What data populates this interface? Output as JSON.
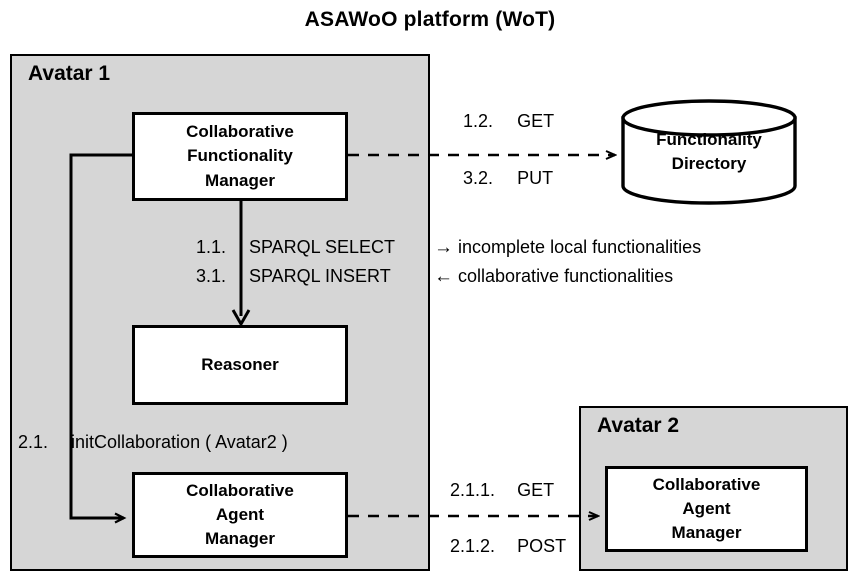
{
  "title": "ASAWoO platform (WoT)",
  "colors": {
    "panel_fill": "#d6d6d6",
    "box_fill": "#ffffff",
    "stroke": "#000000",
    "background": "#ffffff"
  },
  "avatar1": {
    "title": "Avatar 1",
    "components": {
      "collaborative_functionality_manager": {
        "line1": "Collaborative",
        "line2": "Functionality",
        "line3": "Manager"
      },
      "reasoner": {
        "line1": "Reasoner"
      },
      "collaborative_agent_manager": {
        "line1": "Collaborative",
        "line2": "Agent",
        "line3": "Manager"
      }
    },
    "init_collaboration": {
      "number": "2.1.",
      "text": "initCollaboration ( Avatar2 )"
    }
  },
  "avatar2": {
    "title": "Avatar 2",
    "components": {
      "collaborative_agent_manager": {
        "line1": "Collaborative",
        "line2": "Agent",
        "line3": "Manager"
      }
    }
  },
  "functionality_directory": {
    "line1": "Functionality",
    "line2": "Directory"
  },
  "messages": {
    "to_directory": [
      {
        "number": "1.2.",
        "verb": "GET"
      },
      {
        "number": "3.2.",
        "verb": "PUT"
      }
    ],
    "to_avatar2": [
      {
        "number": "2.1.1.",
        "verb": "GET"
      },
      {
        "number": "2.1.2.",
        "verb": "POST"
      }
    ],
    "sparql": [
      {
        "number": "1.1.",
        "operation": "SPARQL SELECT",
        "direction": "→",
        "description": "incomplete local functionalities"
      },
      {
        "number": "3.1.",
        "operation": "SPARQL INSERT",
        "direction": "←",
        "description": "collaborative functionalities"
      }
    ]
  }
}
